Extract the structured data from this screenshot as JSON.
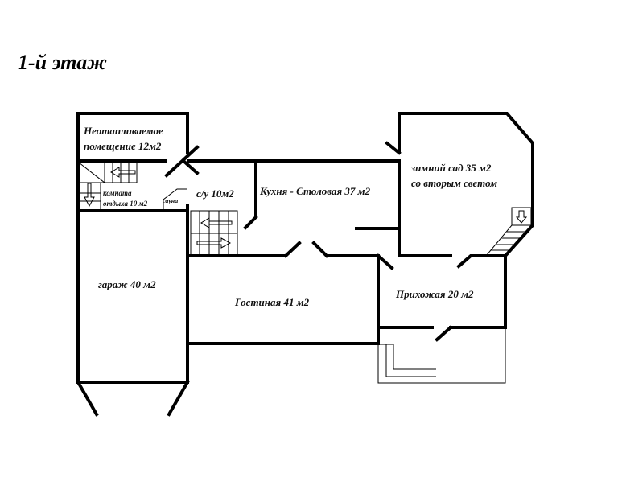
{
  "title": "1-й этаж",
  "rooms": {
    "unheated_line1": "Неотапливаемое",
    "unheated_line2": "помещение 12м2",
    "rest_line1": "комната",
    "rest_line2": "отдыха 10 м2",
    "sauna": "сауна",
    "bathroom": "с/у 10м2",
    "kitchen": "Кухня - Столовая 37 м2",
    "garden_line1": "зимний сад 35 м2",
    "garden_line2": "со вторым светом",
    "garage": "гараж 40 м2",
    "living": "Гостиная 41 м2",
    "hall": "Прихожая 20 м2"
  }
}
